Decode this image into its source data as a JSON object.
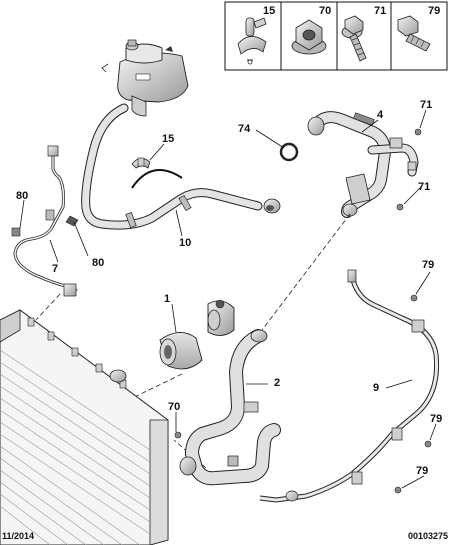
{
  "diagram": {
    "legend_parts": [
      {
        "ref": "15",
        "icon": "hose-clip-icon"
      },
      {
        "ref": "70",
        "icon": "flange-nut-icon"
      },
      {
        "ref": "71",
        "icon": "flange-screw-icon"
      },
      {
        "ref": "79",
        "icon": "hex-bolt-icon"
      }
    ],
    "callouts": {
      "c1": "1",
      "c2": "2",
      "c4": "4",
      "c7": "7",
      "c9": "9",
      "c10": "10",
      "c15": "15",
      "c70": "70",
      "c71a": "71",
      "c71b": "71",
      "c74": "74",
      "c79a": "79",
      "c79b": "79",
      "c79c": "79",
      "c80a": "80",
      "c80b": "80"
    },
    "footer": {
      "date": "11/2014",
      "reference": "00103275"
    }
  },
  "colors": {
    "line": "#1a1a1a",
    "fill_light": "#eeeeee",
    "fill_mid": "#cfcfcf",
    "fill_dark": "#8a8a8a"
  }
}
